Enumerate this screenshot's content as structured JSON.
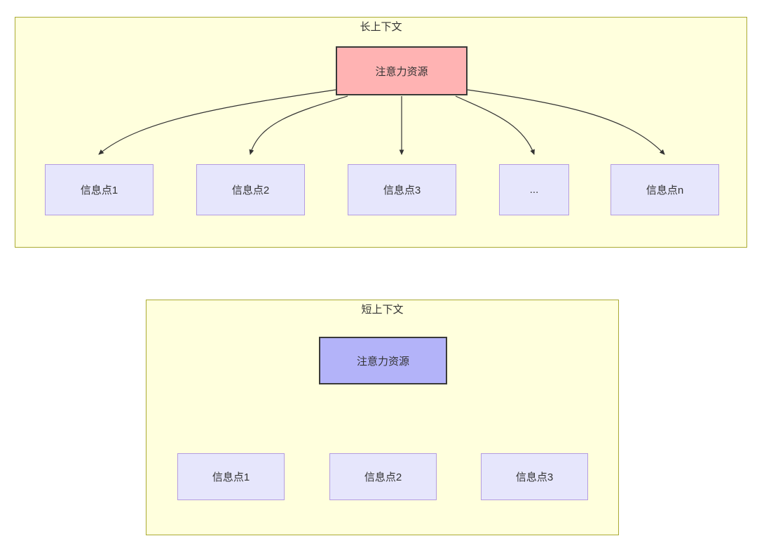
{
  "diagram": {
    "title_hidden": "",
    "colors": {
      "group_fill": "#ffffdd",
      "group_border": "#aaaa33",
      "root_long_fill": "#ffb3b3",
      "root_short_fill": "#b3b3f9",
      "root_border": "#3a3a38",
      "leaf_fill": "#e6e6fc",
      "leaf_border": "#b49ce0",
      "edge_color": "#333333",
      "text_color": "#333333",
      "page_background": "#ffffff"
    },
    "groups": [
      {
        "id": "long-context",
        "title": "长上下文",
        "root": {
          "label": "注意力资源"
        },
        "leaves": [
          {
            "label": "信息点1"
          },
          {
            "label": "信息点2"
          },
          {
            "label": "信息点3"
          },
          {
            "label": "..."
          },
          {
            "label": "信息点n"
          }
        ]
      },
      {
        "id": "short-context",
        "title": "短上下文",
        "root": {
          "label": "注意力资源"
        },
        "leaves": [
          {
            "label": "信息点1"
          },
          {
            "label": "信息点2"
          },
          {
            "label": "信息点3"
          }
        ]
      }
    ]
  }
}
